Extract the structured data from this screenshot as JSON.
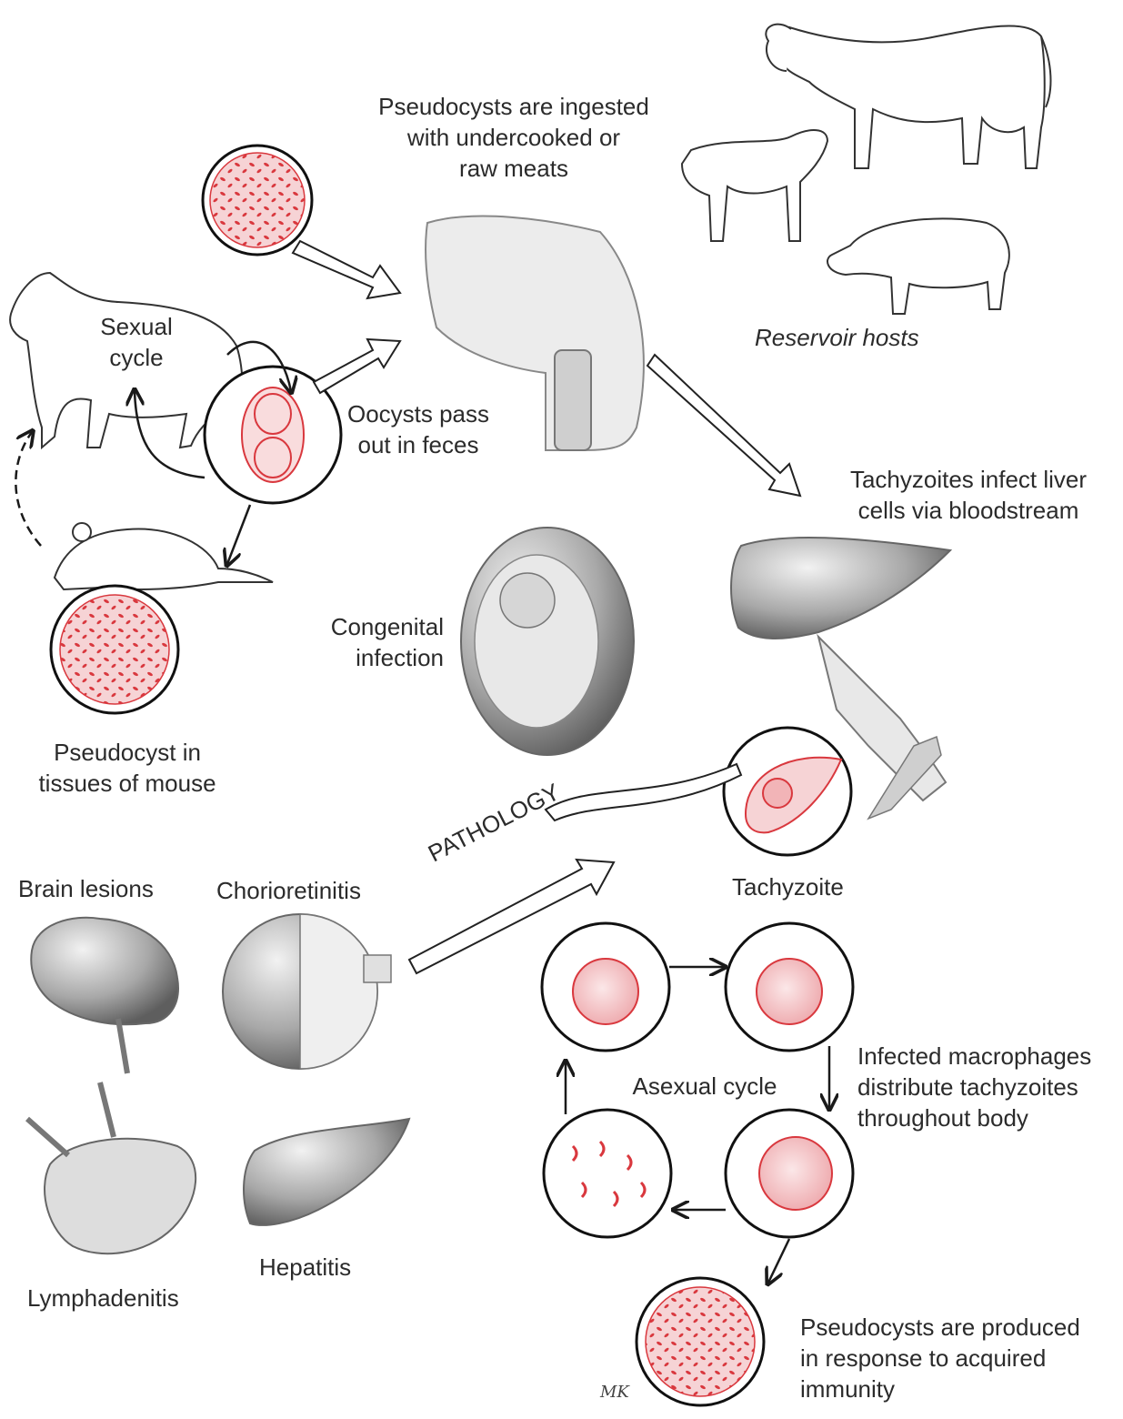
{
  "labels": {
    "ingested": [
      "Pseudocysts are ingested",
      "with undercooked or",
      "raw meats"
    ],
    "reservoir": "Reservoir hosts",
    "sexual_cycle": [
      "Sexual",
      "cycle"
    ],
    "oocysts": [
      "Oocysts pass",
      "out in feces"
    ],
    "tachy_liver": [
      "Tachyzoites infect liver",
      "cells via bloodstream"
    ],
    "congenital": [
      "Congenital",
      "infection"
    ],
    "pseudocyst_mouse": [
      "Pseudocyst in",
      "tissues of mouse"
    ],
    "pathology": "PATHOLOGY",
    "tachyzoite": "Tachyzoite",
    "brain": "Brain lesions",
    "chorio": "Chorioretinitis",
    "asexual": "Asexual cycle",
    "macrophages": [
      "Infected macrophages",
      "distribute tachyzoites",
      "throughout body"
    ],
    "lymph": "Lymphadenitis",
    "hepatitis": "Hepatitis",
    "produced": [
      "Pseudocysts are produced",
      "in response to acquired",
      "immunity"
    ],
    "signature": "MK"
  },
  "colors": {
    "parasite_red": "#d9383e",
    "pink_fill": "#f4c7c9",
    "outline": "#1a1a1a",
    "organ_gray": "#9a9a9a"
  }
}
